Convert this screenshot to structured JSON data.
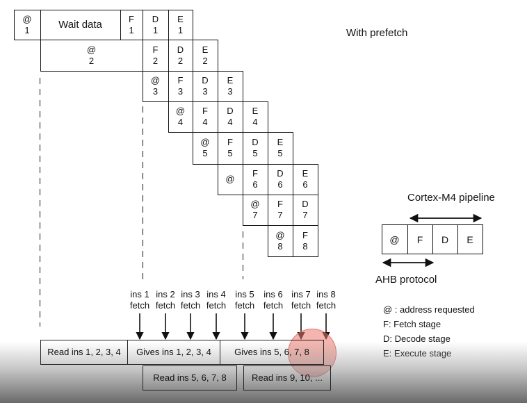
{
  "heading": "With prefetch",
  "pipeline_title": "Cortex-M4 pipeline",
  "ahb_label": "AHB protocol",
  "pipeline_cells": [
    "@",
    "F",
    "D",
    "E"
  ],
  "legend": [
    "@ : address requested",
    "F: Fetch stage",
    "D: Decode stage",
    "E: Execute stage"
  ],
  "ins_labels": [
    {
      "line1": "ins 1",
      "line2": "fetch"
    },
    {
      "line1": "ins 2",
      "line2": "fetch"
    },
    {
      "line1": "ins 3",
      "line2": "fetch"
    },
    {
      "line1": "ins 4",
      "line2": "fetch"
    },
    {
      "line1": "ins 5",
      "line2": "fetch"
    },
    {
      "line1": "ins 6",
      "line2": "fetch"
    },
    {
      "line1": "ins 7",
      "line2": "fetch"
    },
    {
      "line1": "ins 8",
      "line2": "fetch"
    }
  ],
  "timeline_top": [
    "Read ins 1, 2, 3, 4",
    "Gives ins 1, 2, 3, 4",
    "Gives ins 5, 6, 7, 8"
  ],
  "timeline_bottom": [
    "Read ins 5, 6, 7, 8",
    "Read ins 9, 10, ..."
  ],
  "rows": [
    {
      "cells": [
        {
          "text": "@",
          "sub": "1"
        },
        {
          "text": "Wait data",
          "sub": ""
        },
        {
          "text": "F",
          "sub": "1"
        },
        {
          "text": "D",
          "sub": "1"
        },
        {
          "text": "E",
          "sub": "1"
        }
      ]
    },
    {
      "cells": [
        {
          "text": "@",
          "sub": "2"
        },
        {
          "text": "F",
          "sub": "2"
        },
        {
          "text": "D",
          "sub": "2"
        },
        {
          "text": "E",
          "sub": "2"
        }
      ]
    },
    {
      "cells": [
        {
          "text": "@",
          "sub": "3"
        },
        {
          "text": "F",
          "sub": "3"
        },
        {
          "text": "D",
          "sub": "3"
        },
        {
          "text": "E",
          "sub": "3"
        }
      ]
    },
    {
      "cells": [
        {
          "text": "@",
          "sub": "4"
        },
        {
          "text": "F",
          "sub": "4"
        },
        {
          "text": "D",
          "sub": "4"
        },
        {
          "text": "E",
          "sub": "4"
        }
      ]
    },
    {
      "cells": [
        {
          "text": "@",
          "sub": "5"
        },
        {
          "text": "F",
          "sub": "5"
        },
        {
          "text": "D",
          "sub": "5"
        },
        {
          "text": "E",
          "sub": "5"
        }
      ]
    },
    {
      "cells": [
        {
          "text": "@",
          "sub": ""
        },
        {
          "text": "F",
          "sub": "6"
        },
        {
          "text": "D",
          "sub": "6"
        },
        {
          "text": "E",
          "sub": "6"
        }
      ]
    },
    {
      "cells": [
        {
          "text": "@",
          "sub": "7"
        },
        {
          "text": "F",
          "sub": "7"
        },
        {
          "text": "D",
          "sub": "7"
        }
      ]
    },
    {
      "cells": [
        {
          "text": "@",
          "sub": "8"
        },
        {
          "text": "F",
          "sub": "8"
        }
      ]
    }
  ]
}
